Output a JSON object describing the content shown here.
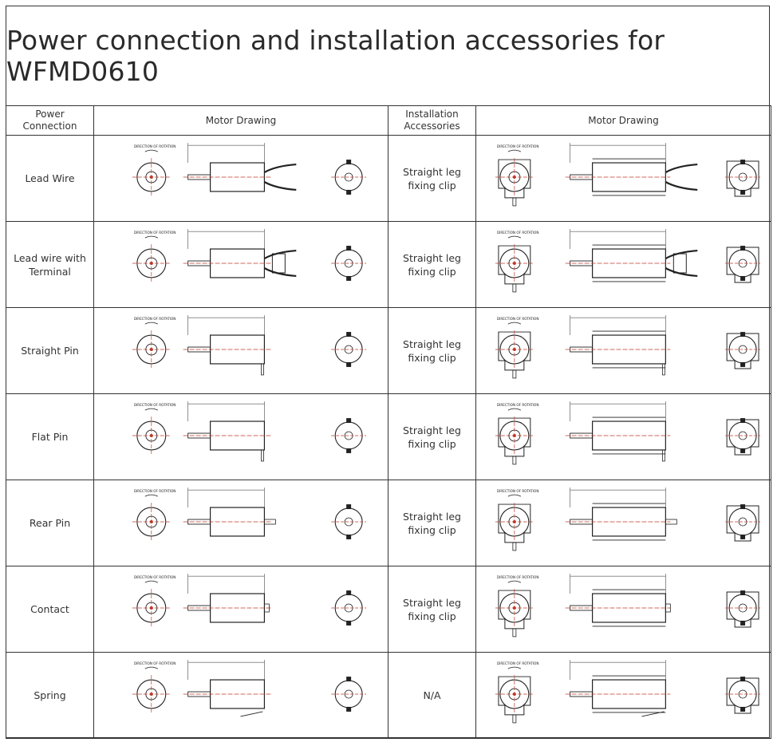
{
  "title": "Power connection and installation accessories for WFMD0610",
  "headers": {
    "power_connection": "Power Connection",
    "motor_drawing_1": "Motor Drawing",
    "installation_accessories": "Installation Accessories",
    "motor_drawing_2": "Motor Drawing"
  },
  "rows": [
    {
      "power": "Lead Wire",
      "accessory": "Straight leg fixing clip"
    },
    {
      "power": "Lead wire with Terminal",
      "accessory": "Straight leg fixing clip"
    },
    {
      "power": "Straight Pin",
      "accessory": "Straight leg fixing clip"
    },
    {
      "power": "Flat Pin",
      "accessory": "Straight leg fixing clip"
    },
    {
      "power": "Rear Pin",
      "accessory": "Straight leg fixing clip"
    },
    {
      "power": "Contact",
      "accessory": "Straight leg fixing clip"
    },
    {
      "power": "Spring",
      "accessory": "N/A"
    }
  ],
  "drawing_text": {
    "rotation": "DIRECTION OF ROTATION"
  },
  "colors": {
    "border": "#333333",
    "centerline": "#c0392b",
    "line": "#222222"
  }
}
